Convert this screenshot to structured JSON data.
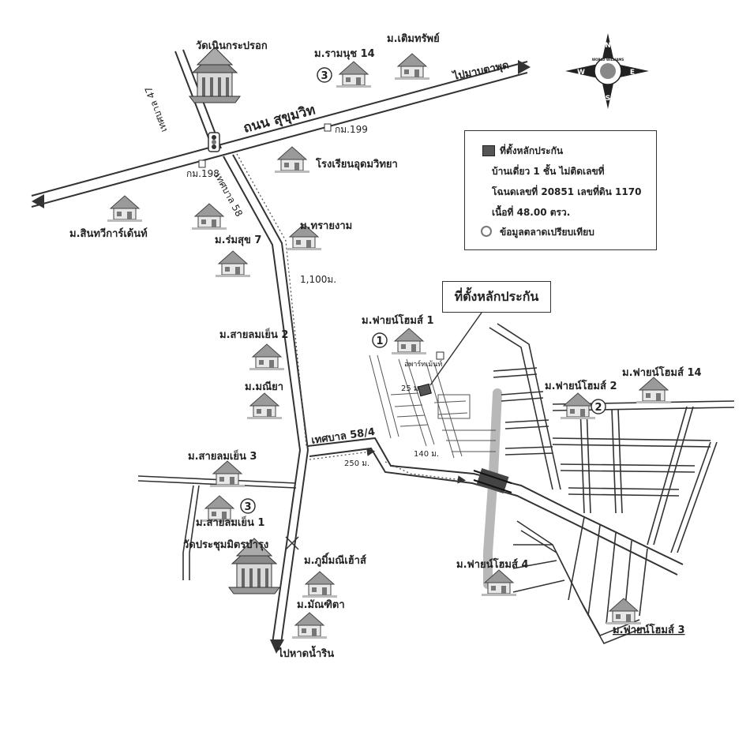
{
  "roads": {
    "sukhumvit": "ถนน สุขุมวิท",
    "to_mab_ta_phut": "ไปมาบตาพุด",
    "to_hat_nam_rin": "ไปหาดน้ำริน",
    "municipal_47": "เทศบาล 47",
    "municipal_58": "เทศบาล 58",
    "municipal_58_4": "เทศบาล 58/4"
  },
  "km_markers": {
    "km198": "กม.198",
    "km199": "กม.199"
  },
  "distances": {
    "d1100": "1,100ม.",
    "d250": "250 ม.",
    "d140": "140 ม.",
    "d25": "25 ม."
  },
  "places": {
    "wat_noen_krapok": "วัดเนินกระปรอก",
    "ramanuch14": "ม.รามนุช 14",
    "termsap": "ม.เติมทรัพย์",
    "udom_school": "โรงเรียนอุดมวิทยา",
    "sinthawee": "ม.สินทวีการ์เด้นท์",
    "romsuk7": "ม.ร่มสุข 7",
    "saingam": "ม.ทรายงาม",
    "sailomyen2": "ม.สายลมเย็น 2",
    "maneeya": "ม.มณียา",
    "sailomyen3": "ม.สายลมเย็น 3",
    "sailomyen1": "ม.สายลมเย็น 1",
    "wat_prachum": "วัดประชุมมิตรบำรุง",
    "phummanee": "ม.ภูมิ์มณีเฮ้าส์",
    "manthita": "ม.มัณฑิตา",
    "finehome1": "ม.ฟายน์โฮมส์ 1",
    "finehome2": "ม.ฟายน์โฮมส์ 2",
    "finehome14": "ม.ฟายน์โฮมส์ 14",
    "finehome4": "ม.ฟายน์โฮมส์ 4",
    "finehome3": "ม.ฟายน์โฮมส์ 3",
    "apartment": "อพาร์ทเม้นท์"
  },
  "markers": {
    "m1": "1",
    "m2": "2",
    "m3a": "3",
    "m3b": "3"
  },
  "callout": {
    "label": "ที่ตั้งหลักประกัน"
  },
  "legend": {
    "collateral": "ที่ตั้งหลักประกัน",
    "line1": "บ้านเดี่ยว 1 ชั้น ไม่ติดเลขที่",
    "line2": "โฉนดเลขที่ 20851  เลขที่ดิน 1170",
    "line3": "เนื้อที่ 48.00 ตรว.",
    "comparison": "ข้อมูลตลาดเปรียบเทียบ"
  },
  "compass": {
    "n": "N",
    "s": "S",
    "e": "E",
    "w": "W",
    "ring_text": "WORLD WILLIAMS"
  },
  "colors": {
    "road": "#333333",
    "canal": "#b8b8b8",
    "collateral": "#555555",
    "house": "#8a8a8a"
  }
}
